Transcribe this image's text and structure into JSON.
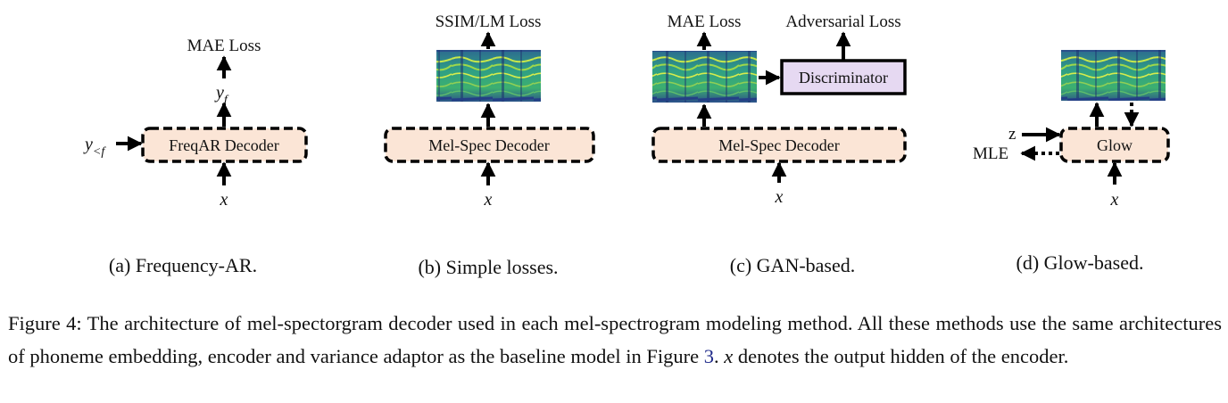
{
  "panels": {
    "a": {
      "caption": "(a) Frequency-AR.",
      "decoder_label": "FreqAR Decoder",
      "output_label": "MAE Loss",
      "output_var": "y",
      "output_var_sub": "f",
      "side_input_var": "y",
      "side_input_sub": "<f",
      "input_var": "x"
    },
    "b": {
      "caption": "(b) Simple losses.",
      "decoder_label": "Mel-Spec Decoder",
      "output_label": "SSIM/LM Loss",
      "input_var": "x"
    },
    "c": {
      "caption": "(c) GAN-based.",
      "decoder_label": "Mel-Spec Decoder",
      "output_label": "MAE Loss",
      "discriminator_label": "Discriminator",
      "adversarial_label": "Adversarial Loss",
      "input_var": "x"
    },
    "d": {
      "caption": "(d) Glow-based.",
      "decoder_label": "Glow",
      "z_label": "z",
      "mle_label": "MLE",
      "input_var": "x"
    }
  },
  "caption": {
    "prefix": "Figure 4: The architecture of mel-spectorgram decoder used in each mel-spectrogram modeling method. All these methods use the same architectures of phoneme embedding, encoder and variance adaptor as the baseline model in Figure ",
    "figure_ref": "3",
    "middle": ". ",
    "math_x": "x",
    "suffix": " denotes the output hidden of the encoder."
  },
  "colors": {
    "decoder_fill": "#fbe5d6",
    "discriminator_fill": "#e6d9f2",
    "link": "#1f2a8a",
    "spectrogram_bg": "#2b3f86"
  }
}
